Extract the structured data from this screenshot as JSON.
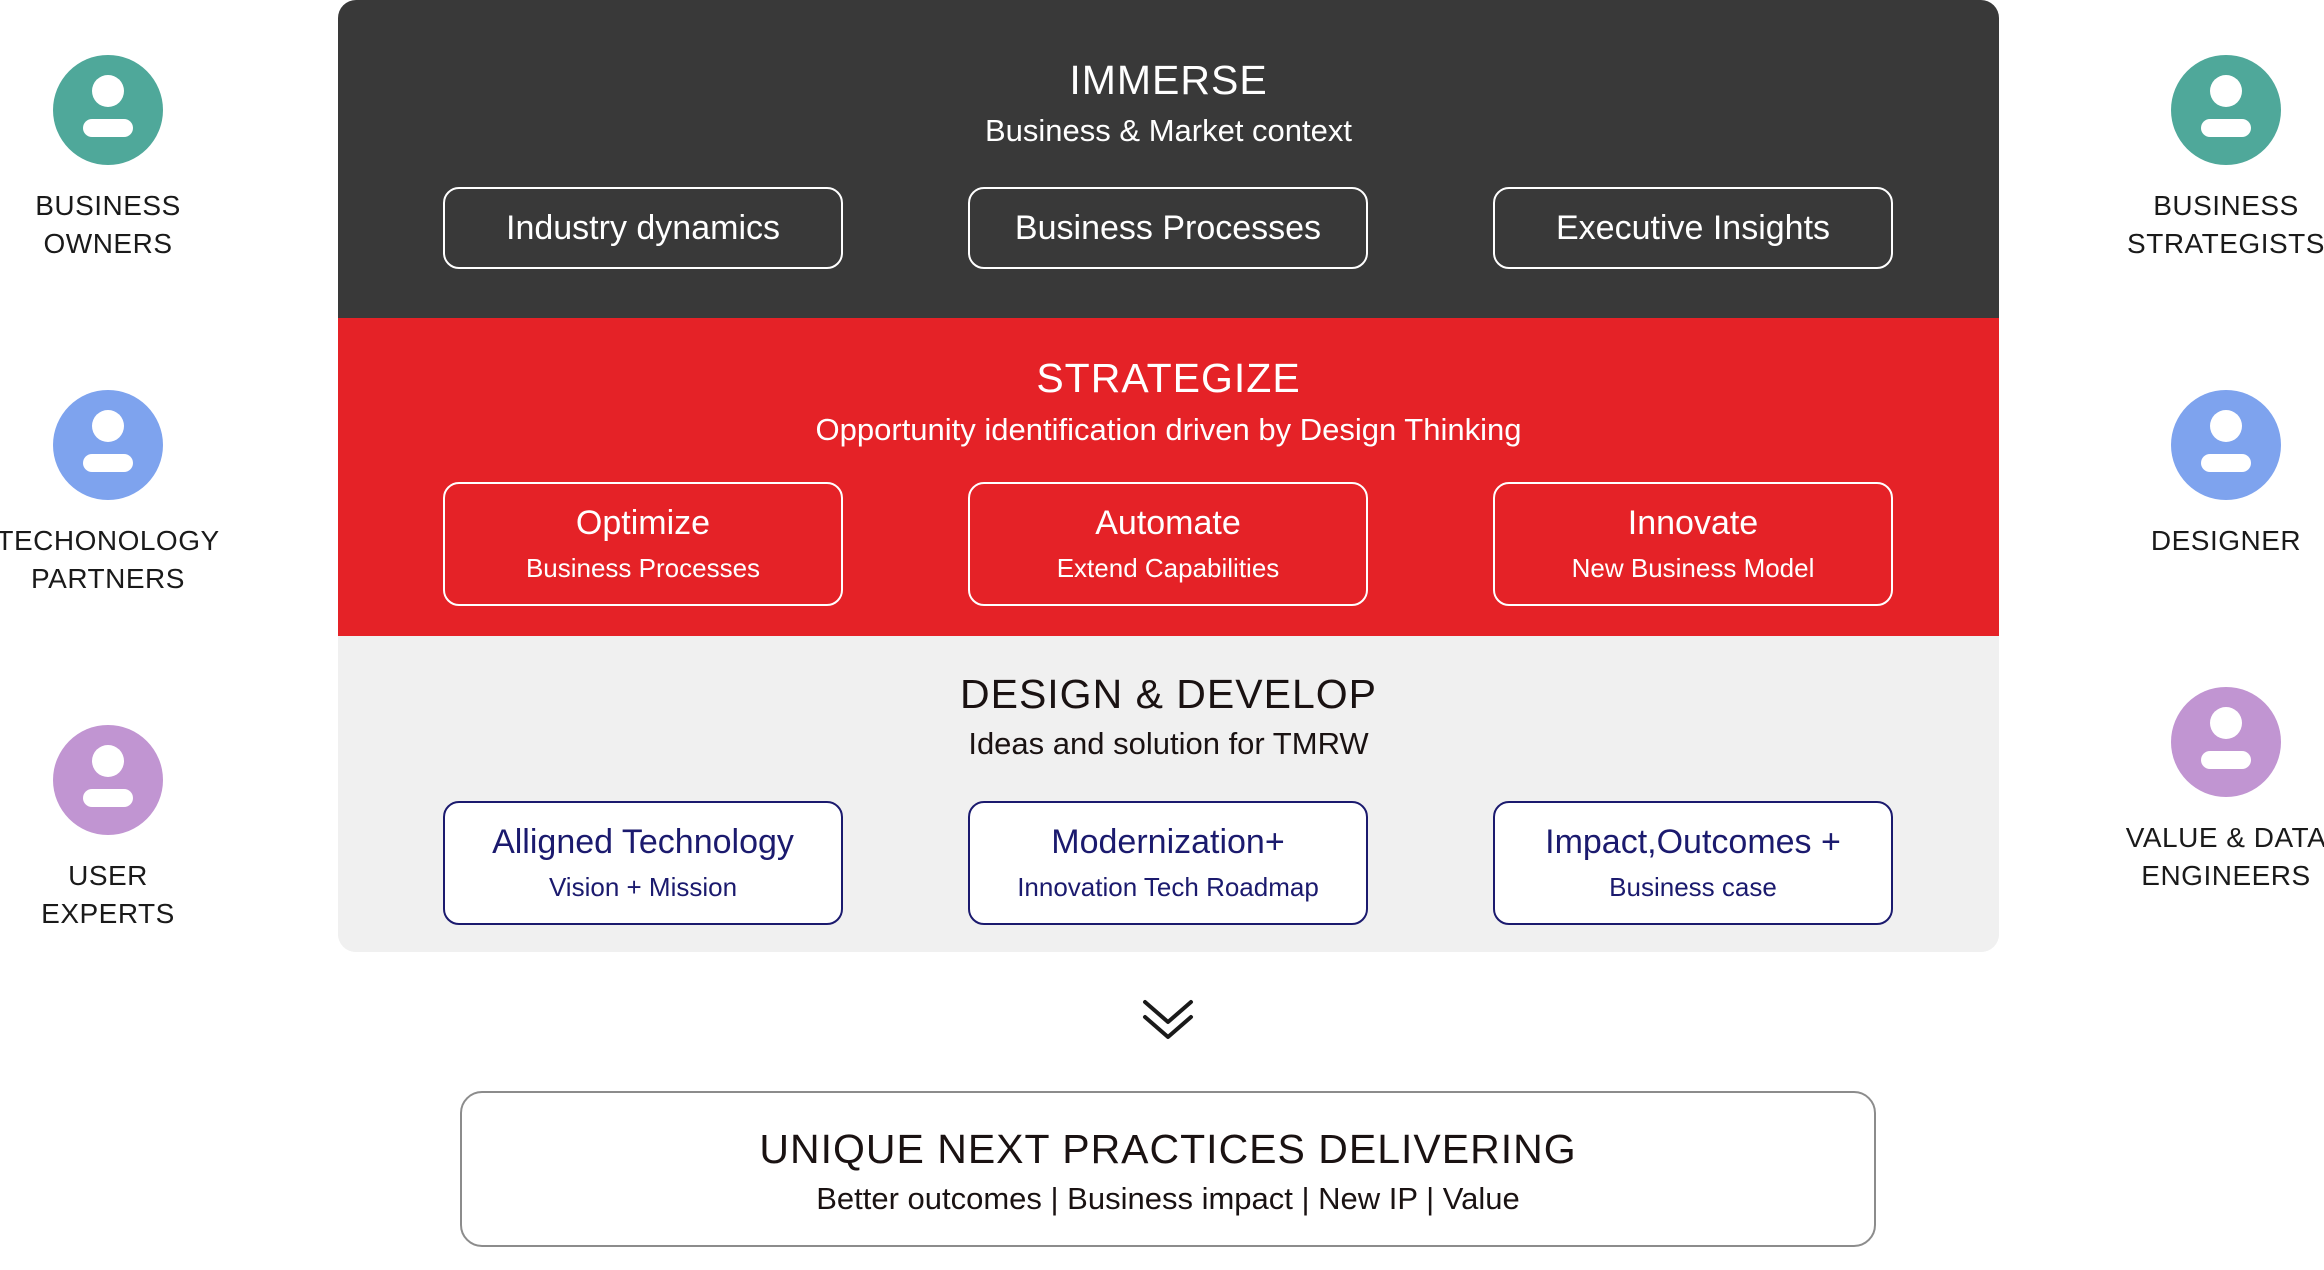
{
  "colors": {
    "dark_band": "#393939",
    "red_band": "#e52227",
    "light_band": "#f0f0f0",
    "navy": "#1b1a6e",
    "teal": "#4fa89a",
    "blue": "#7ea3ee",
    "purple": "#c195d2"
  },
  "immerse": {
    "title": "IMMERSE",
    "subtitle": "Business & Market context",
    "boxes": [
      {
        "title": "Industry dynamics"
      },
      {
        "title": "Business Processes"
      },
      {
        "title": "Executive Insights"
      }
    ]
  },
  "strategize": {
    "title": "STRATEGIZE",
    "subtitle": "Opportunity identification driven by Design Thinking",
    "boxes": [
      {
        "title": "Optimize",
        "subtitle": "Business Processes"
      },
      {
        "title": "Automate",
        "subtitle": "Extend Capabilities"
      },
      {
        "title": "Innovate",
        "subtitle": "New Business Model"
      }
    ]
  },
  "design_develop": {
    "title": "DESIGN & DEVELOP",
    "subtitle": "Ideas and solution for TMRW",
    "boxes": [
      {
        "title": "Alligned Technology",
        "subtitle": "Vision + Mission"
      },
      {
        "title": "Modernization+",
        "subtitle": "Innovation Tech Roadmap"
      },
      {
        "title": "Impact,Outcomes +",
        "subtitle": "Business case"
      }
    ]
  },
  "arrow_icon": "double-chevron-down-icon",
  "outcome": {
    "title": "UNIQUE NEXT PRACTICES DELIVERING",
    "subtitle": "Better outcomes | Business impact | New IP | Value"
  },
  "personas": {
    "left": [
      {
        "line1": "BUSINESS",
        "line2": "OWNERS",
        "color": "#4fa89a",
        "icon": "user-icon"
      },
      {
        "line1": "TECHONOLOGY",
        "line2": "PARTNERS",
        "color": "#7ea3ee",
        "icon": "user-icon"
      },
      {
        "line1": "USER",
        "line2": "EXPERTS",
        "color": "#c195d2",
        "icon": "user-icon"
      }
    ],
    "right": [
      {
        "line1": "BUSINESS",
        "line2": "STRATEGISTS",
        "color": "#4fa89a",
        "icon": "user-icon"
      },
      {
        "line1": "DESIGNER",
        "line2": "",
        "color": "#7ea3ee",
        "icon": "user-icon"
      },
      {
        "line1": "VALUE & DATA",
        "line2": "ENGINEERS",
        "color": "#c195d2",
        "icon": "user-icon"
      }
    ]
  }
}
